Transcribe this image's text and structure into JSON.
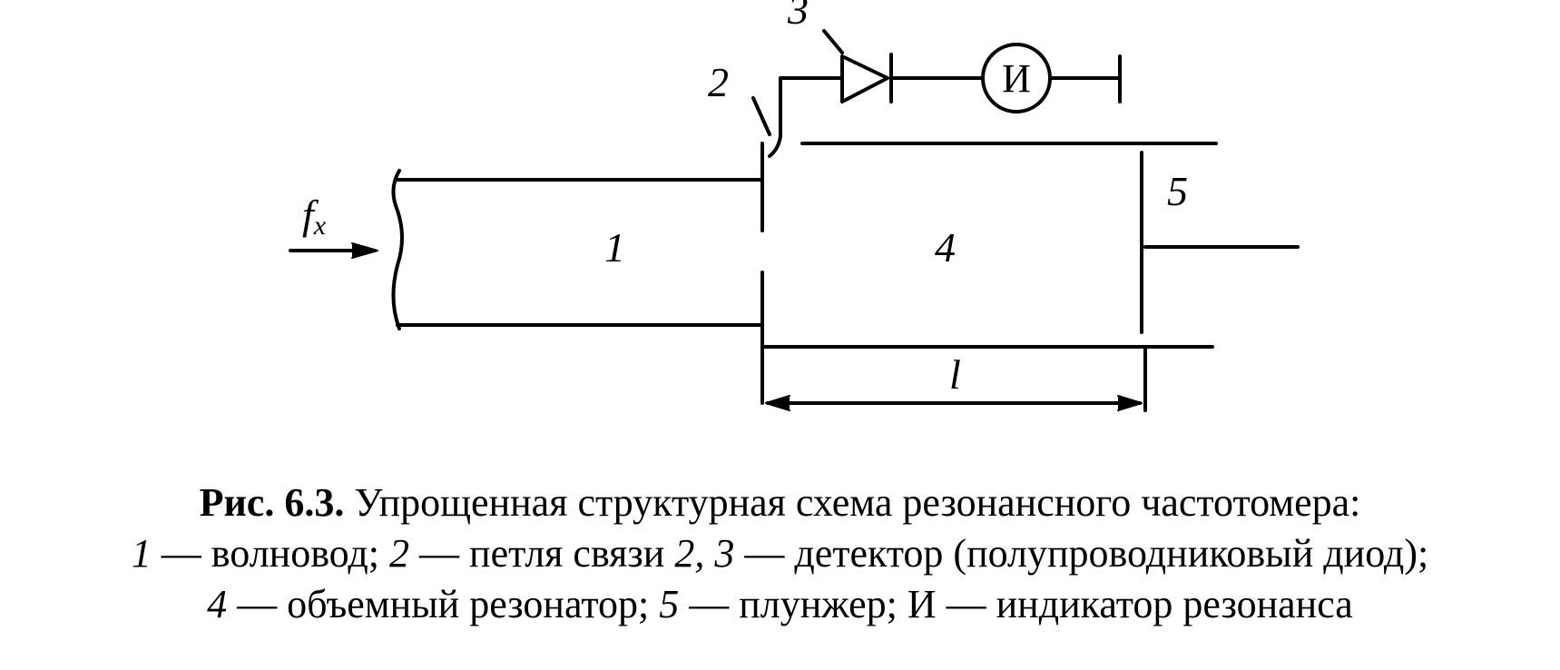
{
  "diagram": {
    "input_signal_label": "f",
    "input_signal_subscript": "x",
    "waveguide_number": "1",
    "coupling_loop_number": "2",
    "detector_number": "3",
    "resonator_number": "4",
    "plunger_number": "5",
    "indicator_symbol": "И",
    "length_label": "l"
  },
  "caption": {
    "figure_label": "Рис. 6.3.",
    "title": "Упрощенная структурная схема резонансного частотомера:",
    "legend": [
      {
        "number": "1",
        "text": "— волновод;"
      },
      {
        "number": "2",
        "text": "— петля связи"
      },
      {
        "number": "2, 3",
        "text": "— детектор (полупроводниковый диод);"
      },
      {
        "number": "4",
        "text": "— объемный резонатор;"
      },
      {
        "number": "5",
        "text": "— плунжер;"
      },
      {
        "number": "",
        "text": "И — индикатор резонанса"
      }
    ]
  }
}
